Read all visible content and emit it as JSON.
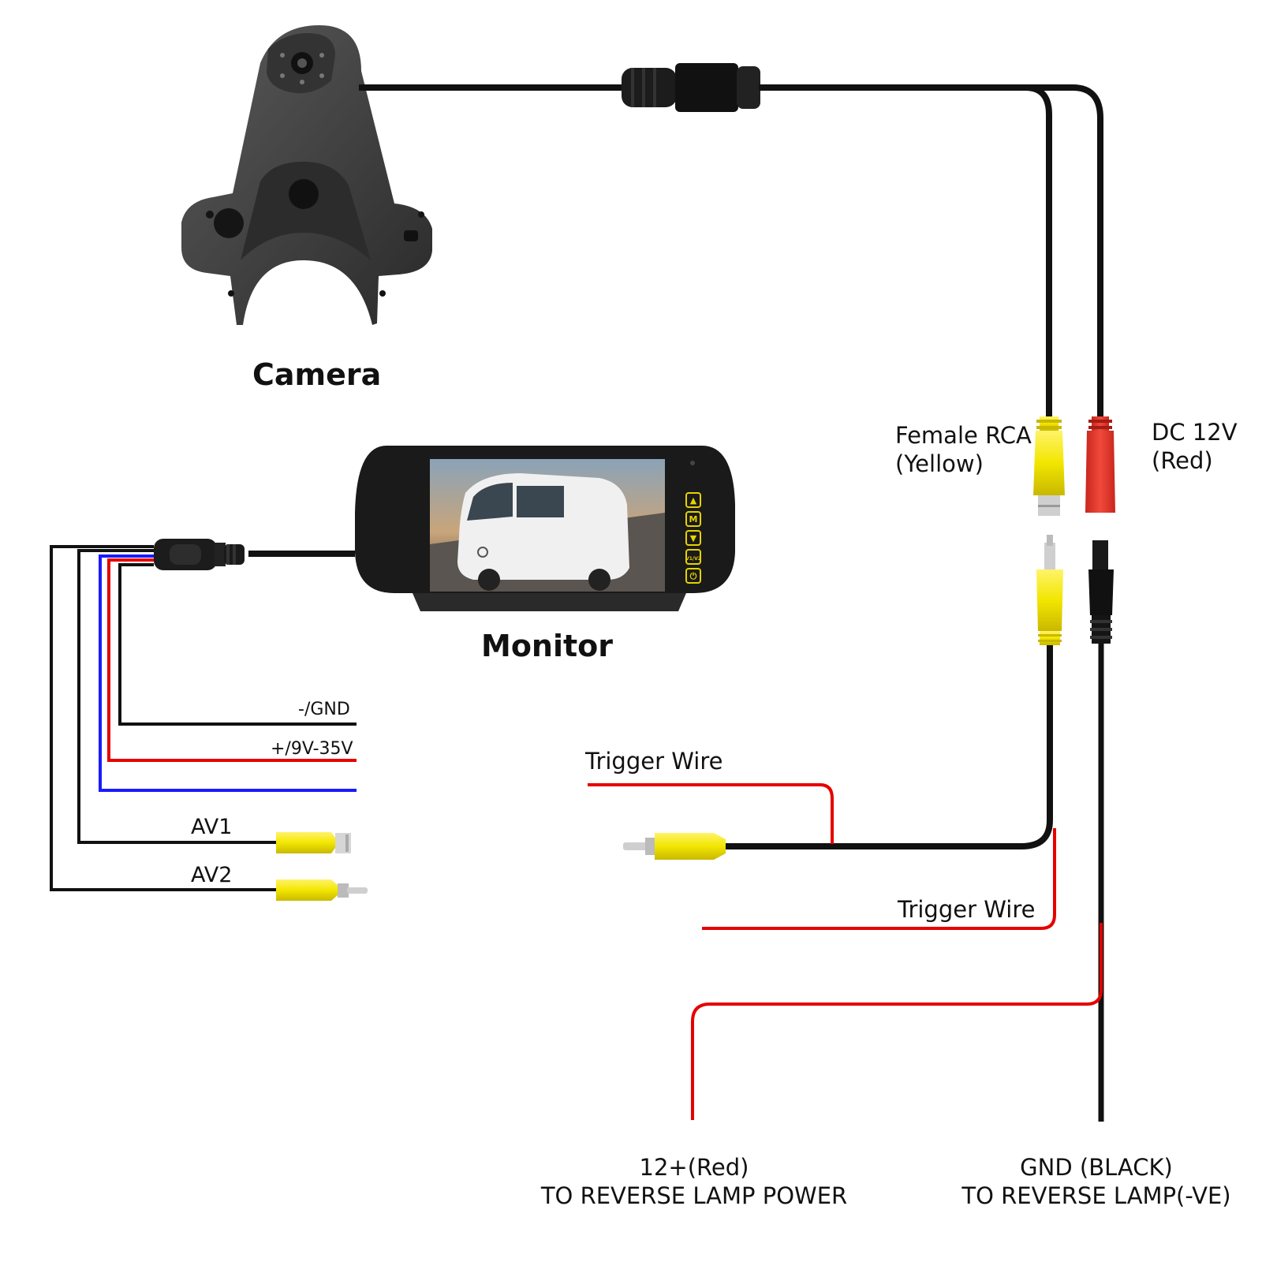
{
  "labels": {
    "camera": "Camera",
    "monitor": "Monitor",
    "female_rca_1": "Female RCA",
    "female_rca_2": "(Yellow)",
    "dc12v_1": "DC 12V",
    "dc12v_2": "(Red)",
    "gnd": "-/GND",
    "power": "+/9V-35V",
    "av1": "AV1",
    "av2": "AV2",
    "trigger_top": "Trigger Wire",
    "trigger_bottom": "Trigger Wire",
    "red12_1": "12+(Red)",
    "red12_2": "TO REVERSE LAMP POWER",
    "gndblack_1": "GND (BLACK)",
    "gndblack_2": "TO REVERSE LAMP(-VE)"
  },
  "monitor_buttons": [
    "▲",
    "M",
    "▼",
    "V1/V2",
    "⏻"
  ],
  "colors": {
    "wire_black": "#111111",
    "wire_red": "#e60000",
    "wire_blue": "#1a1aff",
    "rca_yellow": "#f2e600",
    "dc_red": "#e8352a",
    "button_yellow": "#e6d200"
  }
}
